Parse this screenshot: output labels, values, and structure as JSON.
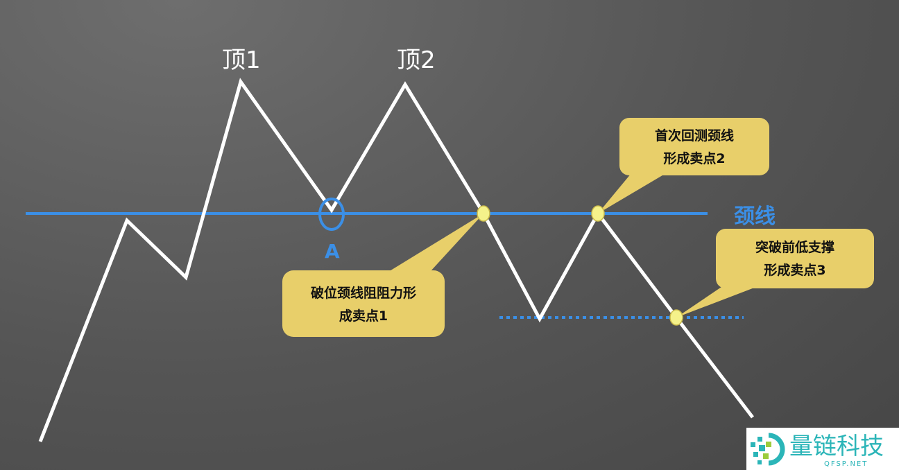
{
  "labels": {
    "top1": "顶1",
    "top2": "顶2",
    "point_a": "A",
    "neckline": "颈线"
  },
  "callouts": [
    {
      "lines": [
        "破位颈线阻阻力形",
        "成卖点1"
      ]
    },
    {
      "lines": [
        "首次回测颈线",
        "形成卖点2"
      ]
    },
    {
      "lines": [
        "突破前低支撑",
        "形成卖点3"
      ]
    }
  ],
  "logo": {
    "name": "量链科技",
    "domain": "QFSP.NET"
  },
  "colors": {
    "price_line": "#ffffff",
    "neckline": "#3b8fe6",
    "callout": "#e8cf6a",
    "marker": "#f5f28a"
  }
}
